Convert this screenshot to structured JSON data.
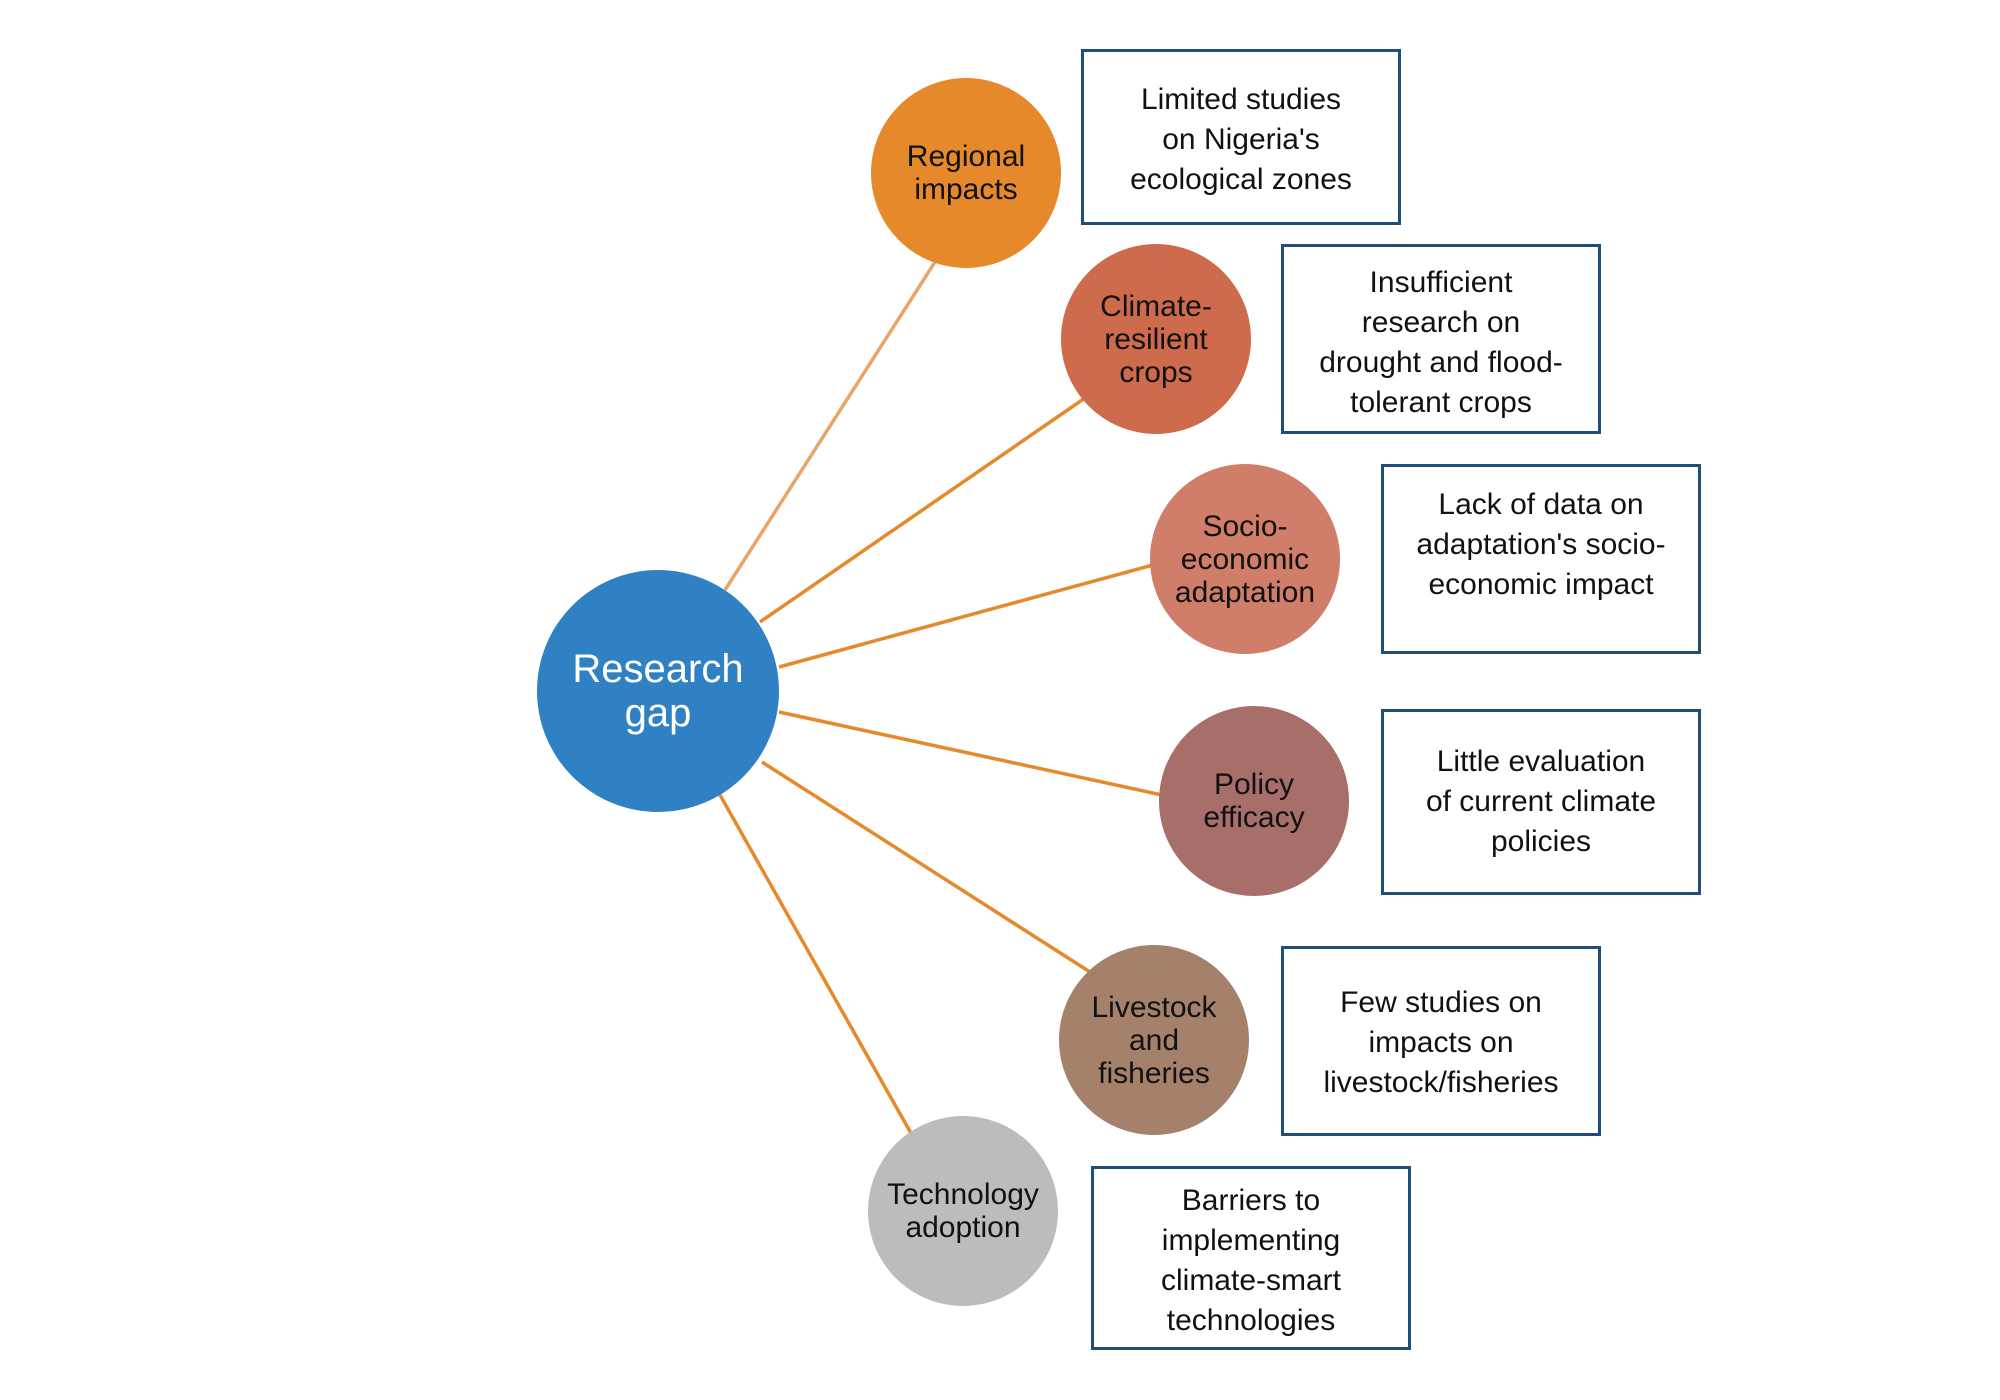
{
  "center": {
    "label": "Research\ngap",
    "color": "#3080c4"
  },
  "branches": [
    {
      "label": "Regional\nimpacts",
      "color": "#e5892a",
      "line_color": "#e8a46a",
      "gap": "Limited studies\non Nigeria's\necological zones"
    },
    {
      "label": "Climate-\nresilient\ncrops",
      "color": "#cd6b4c",
      "line_color": "#e5892a",
      "gap": "Insufficient\nresearch on\ndrought and flood-\ntolerant crops"
    },
    {
      "label": "Socio-\neconomic\nadaptation",
      "color": "#d07e69",
      "line_color": "#e5892a",
      "gap": "Lack of data on\nadaptation's socio-\neconomic impact"
    },
    {
      "label": "Policy\nefficacy",
      "color": "#a86e69",
      "line_color": "#e5892a",
      "gap": "Little evaluation\nof current climate\npolicies"
    },
    {
      "label": "Livestock\nand\nfisheries",
      "color": "#a5806b",
      "line_color": "#e5892a",
      "gap": "Few studies on\nimpacts on\nlivestock/fisheries"
    },
    {
      "label": "Technology\nadoption",
      "color": "#bcbcbc",
      "line_color": "#e5892a",
      "gap": "Barriers to\nimplementing\nclimate-smart\ntechnologies"
    }
  ],
  "box_border_color": "#1f4e79"
}
